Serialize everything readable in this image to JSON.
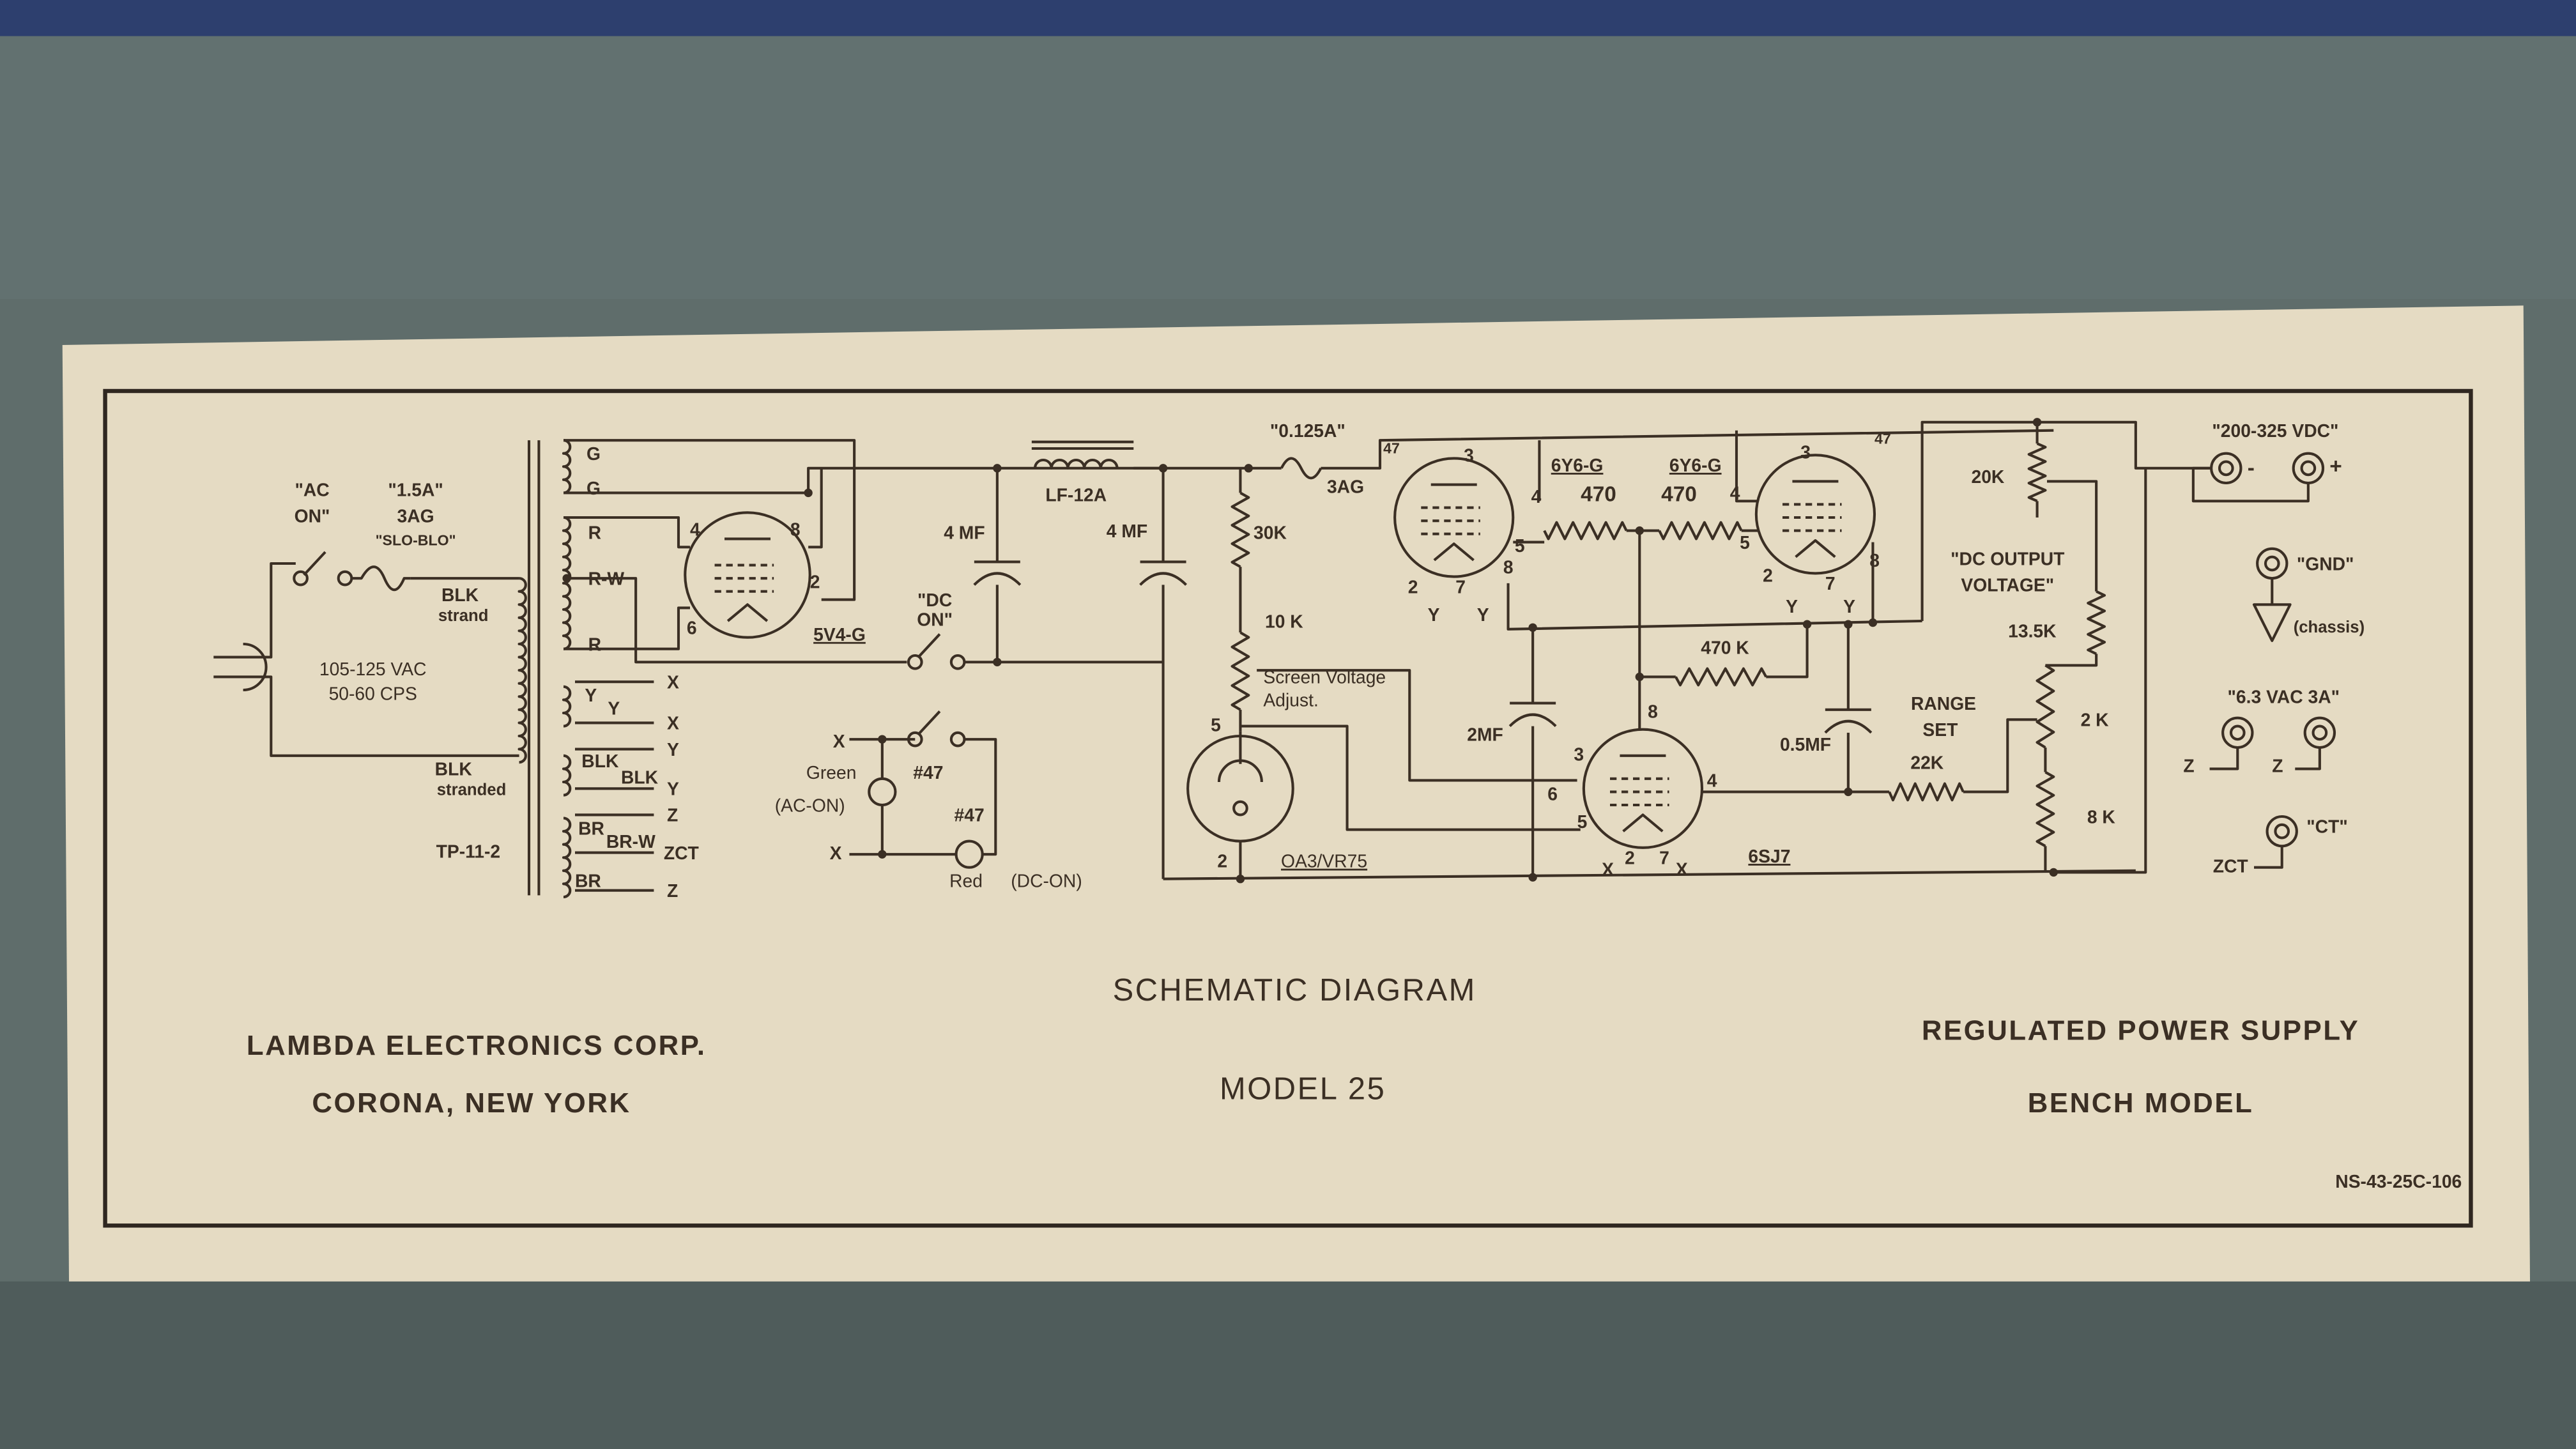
{
  "footer": {
    "title": "SCHEMATIC DIAGRAM",
    "model": "MODEL 25",
    "company": "LAMBDA ELECTRONICS CORP.",
    "location": "CORONA, NEW YORK",
    "product": "REGULATED POWER SUPPLY",
    "product_type": "BENCH MODEL",
    "part_number": "NS-43-25C-106"
  },
  "input": {
    "ac_on_1": "\"AC",
    "ac_on_2": "ON\"",
    "fuse_1": "\"1.5A\"",
    "fuse_2": "3AG",
    "fuse_3": "\"SLO-BLO\"",
    "blk_strand_1": "BLK",
    "blk_strand_2": "strand",
    "voltage": "105-125 VAC",
    "frequency": "50-60 CPS",
    "blk_stranded_1": "BLK",
    "blk_stranded_2": "stranded",
    "transformer": "TP-11-2"
  },
  "transformer_leads": {
    "g1": "G",
    "g2": "G",
    "r1": "R",
    "rw": "R-W",
    "r2": "R",
    "y1": "Y",
    "y2": "Y",
    "blk1": "BLK",
    "blk2": "BLK",
    "br1": "BR",
    "brw": "BR-W",
    "br2": "BR",
    "out": [
      "X",
      "X",
      "Y",
      "Y",
      "Z",
      "ZCT",
      "Z"
    ]
  },
  "rectifier": {
    "tube": "5V4-G",
    "pins": [
      "4",
      "8",
      "2",
      "6"
    ],
    "choke": "LF-12A",
    "cap1": "4 MF",
    "cap2": "4 MF",
    "dc_on_1": "\"DC",
    "dc_on_2": "ON\""
  },
  "lamps": {
    "x1": "X",
    "x2": "X",
    "green": "Green",
    "ac_on": "(AC-ON)",
    "n1": "#47",
    "n2": "#47",
    "red": "Red",
    "dc_on": "(DC-ON)"
  },
  "regulator": {
    "fuse_1": "\"0.125A\"",
    "fuse_2": "3AG",
    "r30k": "30K",
    "r10k": "10 K",
    "screen_1": "Screen Voltage",
    "screen_2": "Adjust.",
    "vr_tube": "OA3/VR75",
    "vr_pin5": "5",
    "vr_pin2": "2",
    "tube_a": "6Y6-G",
    "tube_b": "6Y6-G",
    "r47a": "47",
    "r47b": "47",
    "r470a": "470",
    "r470b": "470",
    "pins_a": [
      "3",
      "4",
      "5",
      "8",
      "2",
      "7"
    ],
    "pins_b": [
      "3",
      "4",
      "5",
      "8",
      "2",
      "7"
    ],
    "heater": [
      "Y",
      "Y",
      "Y",
      "Y"
    ],
    "r470k": "470 K",
    "c2mf": "2MF",
    "c05mf": "0.5MF",
    "amp_tube": "6SJ7",
    "pins_c": [
      "8",
      "3",
      "4",
      "6",
      "5",
      "2",
      "7"
    ],
    "amp_heater": [
      "X",
      "X"
    ]
  },
  "output": {
    "range_1": "RANGE",
    "range_2": "SET",
    "r22k": "22K",
    "r20k": "20K",
    "dcout_1": "\"DC OUTPUT",
    "dcout_2": "VOLTAGE\"",
    "r135k": "13.5K",
    "r2k": "2 K",
    "r8k": "8 K",
    "vdc": "\"200-325 VDC\"",
    "minus": "-",
    "plus": "+",
    "gnd": "\"GND\"",
    "chassis": "(chassis)",
    "vac": "\"6.3 VAC 3A\"",
    "z1": "Z",
    "z2": "Z",
    "ct": "\"CT\"",
    "zct": "ZCT"
  }
}
